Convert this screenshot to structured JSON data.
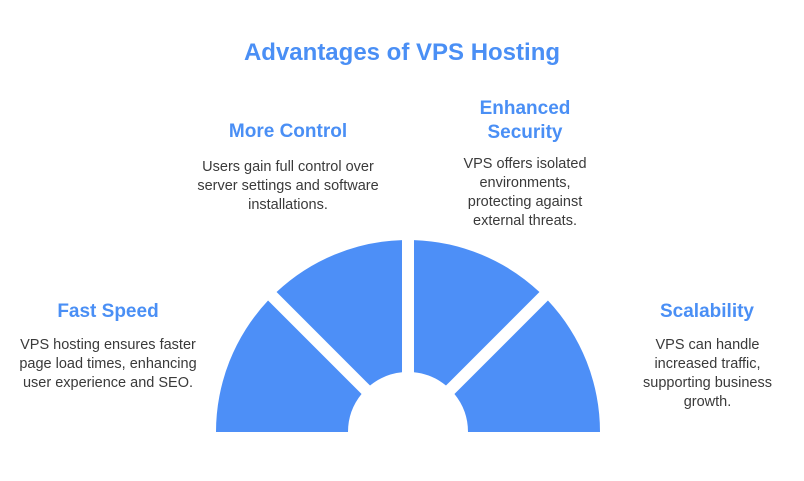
{
  "title": "Advantages of VPS Hosting",
  "colors": {
    "accent": "#4a8ff5",
    "segment": "#4d8ff7",
    "body_text": "#3a3a3a"
  },
  "segments": [
    {
      "heading": "Fast Speed",
      "description": "VPS hosting ensures faster page load times, enhancing user experience and SEO."
    },
    {
      "heading": "More Control",
      "description": "Users gain full control over server settings and software installations."
    },
    {
      "heading": "Enhanced Security",
      "description": "VPS offers isolated environments, protecting against external threats."
    },
    {
      "heading": "Scalability",
      "description": "VPS can handle increased traffic, supporting business growth."
    }
  ]
}
